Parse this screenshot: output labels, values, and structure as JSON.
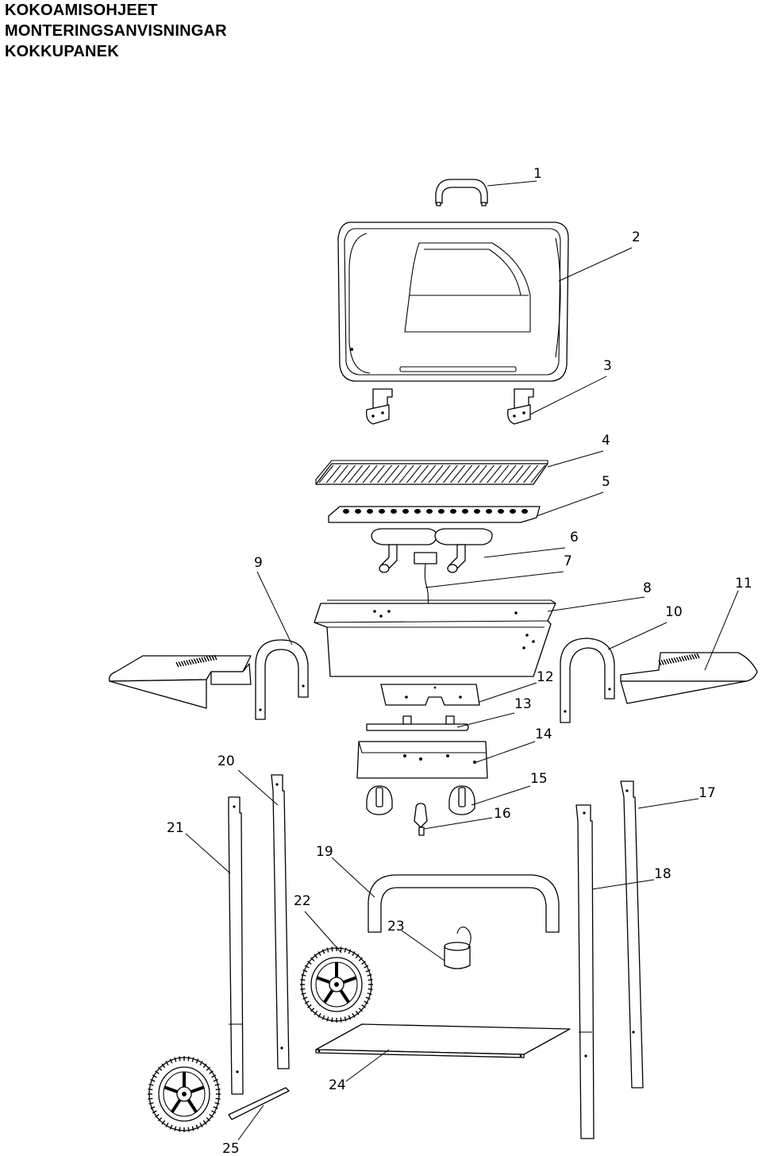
{
  "header": {
    "title_fi": "KOKOAMISOHJEET",
    "title_sv": "MONTERINGSANVISNINGAR",
    "title_et": "KOKKUPANEK"
  },
  "part_numbers": [
    "1",
    "2",
    "3",
    "4",
    "5",
    "6",
    "7",
    "8",
    "9",
    "10",
    "11",
    "12",
    "13",
    "14",
    "15",
    "16",
    "17",
    "18",
    "19",
    "20",
    "21",
    "22",
    "23",
    "24",
    "25"
  ]
}
